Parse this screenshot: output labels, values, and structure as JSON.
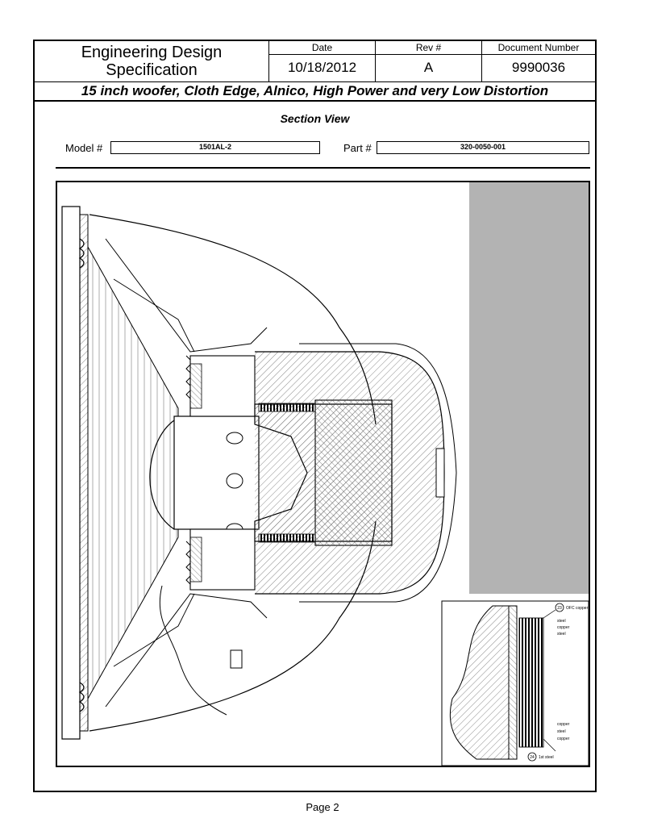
{
  "header": {
    "title_line1": "Engineering Design",
    "title_line2": "Specification",
    "date_label": "Date",
    "date_value": "10/18/2012",
    "rev_label": "Rev #",
    "rev_value": "A",
    "doc_label": "Document Number",
    "doc_value": "9990036"
  },
  "subtitle": "15 inch woofer, Cloth Edge, Alnico, High Power and very Low Distortion",
  "section_title": "Section View",
  "model": {
    "label": "Model #",
    "value": "1501AL-2"
  },
  "part": {
    "label": "Part #",
    "value": "320-0050-001"
  },
  "detail_labels": {
    "top_ref": "23",
    "top_ref_text": "OFC copper",
    "bottom_ref": "24",
    "bottom_ref_text": "1st steel",
    "top_list": [
      "steel",
      "copper",
      "steel"
    ],
    "bottom_list": [
      "copper",
      "steel",
      "copper"
    ]
  },
  "colors": {
    "shade_panel": "#b3b3b3",
    "line": "#000000"
  },
  "footer": {
    "page": "Page 2"
  }
}
